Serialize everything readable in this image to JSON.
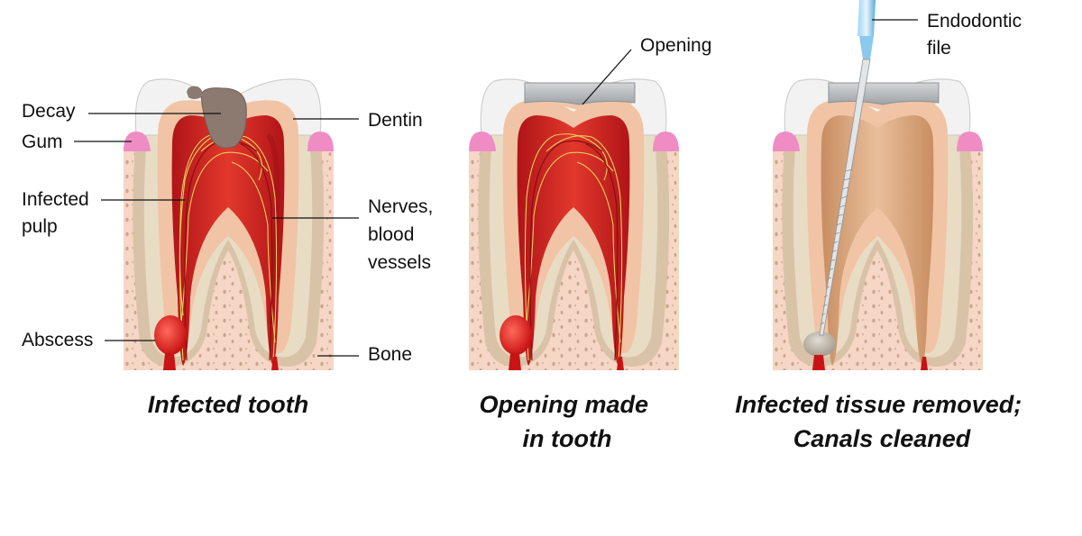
{
  "panels": [
    {
      "caption_lines": [
        "Infected tooth"
      ]
    },
    {
      "caption_lines": [
        "Opening made",
        "in tooth"
      ]
    },
    {
      "caption_lines": [
        "Infected tissue removed;",
        "Canals cleaned"
      ]
    }
  ],
  "labels": {
    "decay": "Decay",
    "gum": "Gum",
    "infected_pulp": [
      "Infected",
      "pulp"
    ],
    "abscess": "Abscess",
    "dentin": "Dentin",
    "nerves": [
      "Nerves,",
      "blood",
      "vessels"
    ],
    "bone": "Bone",
    "opening": "Opening",
    "file": [
      "Endodontic",
      "file"
    ]
  },
  "colors": {
    "bone": "#f6d6c4",
    "bone_pores": "#c8a58f",
    "root_layer": "#d9c3a8",
    "cementum": "#e9dcc4",
    "enamel": "#f2f2f2",
    "dentin": "#f0c4a5",
    "gum": "#f08cc4",
    "pulp_red": "#d8232a",
    "pulp_dark": "#b01418",
    "nerve_yellow": "#e7cf5a",
    "decay": "#8c7a70",
    "filling_gray": "#b9bcbf",
    "cleaned_canal": "#d9a57e",
    "file_blue": "#7cc2ec",
    "abscess": "#e32a2a"
  }
}
